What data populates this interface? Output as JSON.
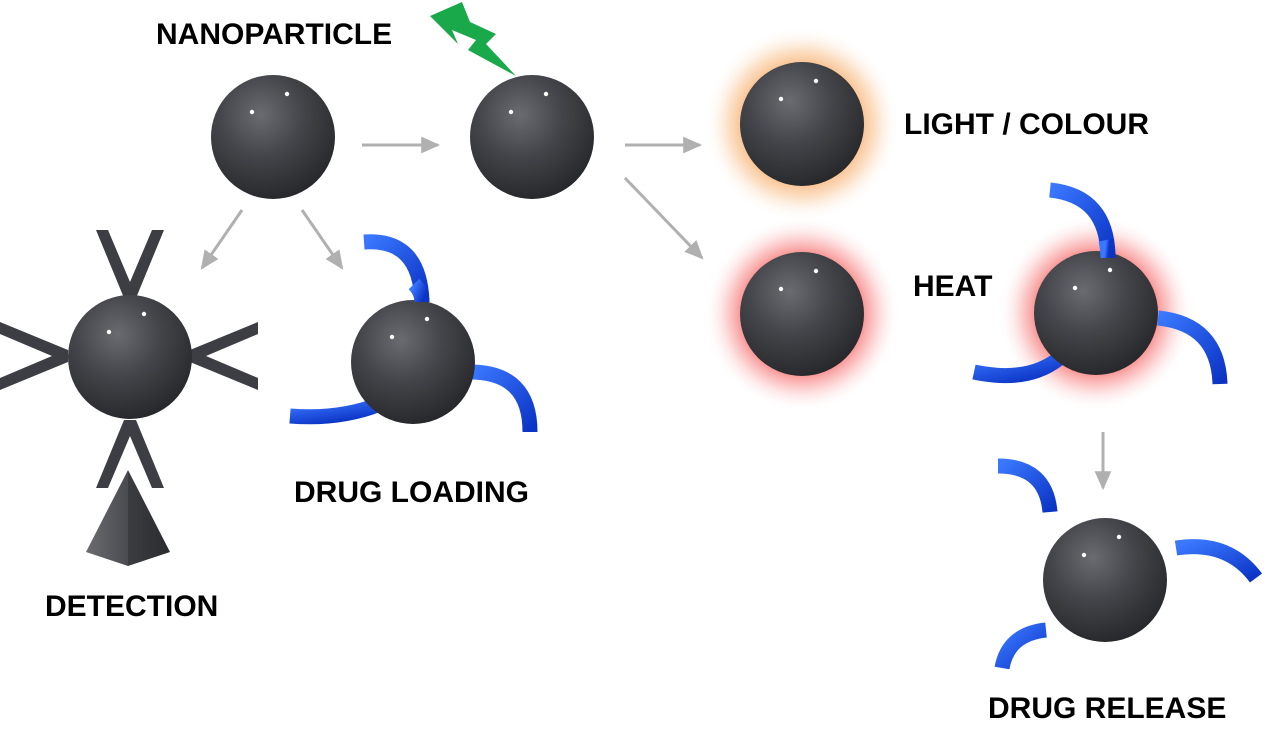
{
  "labels": {
    "nanoparticle": "NANOPARTICLE",
    "light_colour": "LIGHT / COLOUR",
    "heat": "HEAT",
    "drug_loading": "DRUG LOADING",
    "detection": "DETECTION",
    "drug_release": "DRUG RELEASE"
  },
  "colors": {
    "sphere": "#3c3d42",
    "arrow": "#b0b0b0",
    "lightning": "#19a84a",
    "drug_molecule": "#1a4fe0",
    "glow_light": "#f6a35a",
    "glow_heat": "#f54848",
    "antibody": "#3d3e43"
  },
  "icons": {
    "stimulus": "lightning-bolt-icon",
    "payload": "drug-molecule-icon",
    "receptor": "antibody-icon",
    "target": "pyramid-target-icon"
  }
}
